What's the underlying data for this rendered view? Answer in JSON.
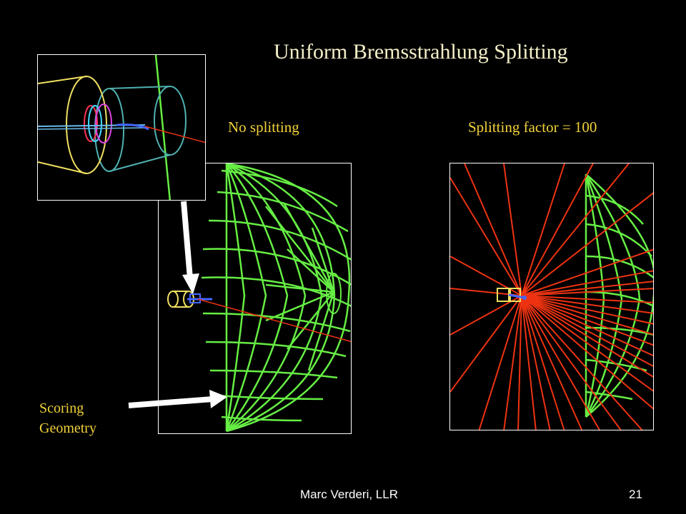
{
  "slide": {
    "title": "Uniform Bremsstrahlung Splitting",
    "caption_no_split": "No splitting",
    "caption_split": "Splitting factor = 100",
    "scoring_line1": "Scoring",
    "scoring_line2": "Geometry",
    "footer_author": "Marc Verderi, LLR",
    "page_number": "21"
  },
  "colors": {
    "background": "#000000",
    "title": "#f5f0c8",
    "caption": "#f2d23a",
    "wireframe": "#66ee44",
    "track": "#ee3311",
    "cylinder": "#f0e060",
    "beam": "#4466ff"
  },
  "icons": [
    "arrow-down-icon",
    "arrow-right-icon"
  ]
}
